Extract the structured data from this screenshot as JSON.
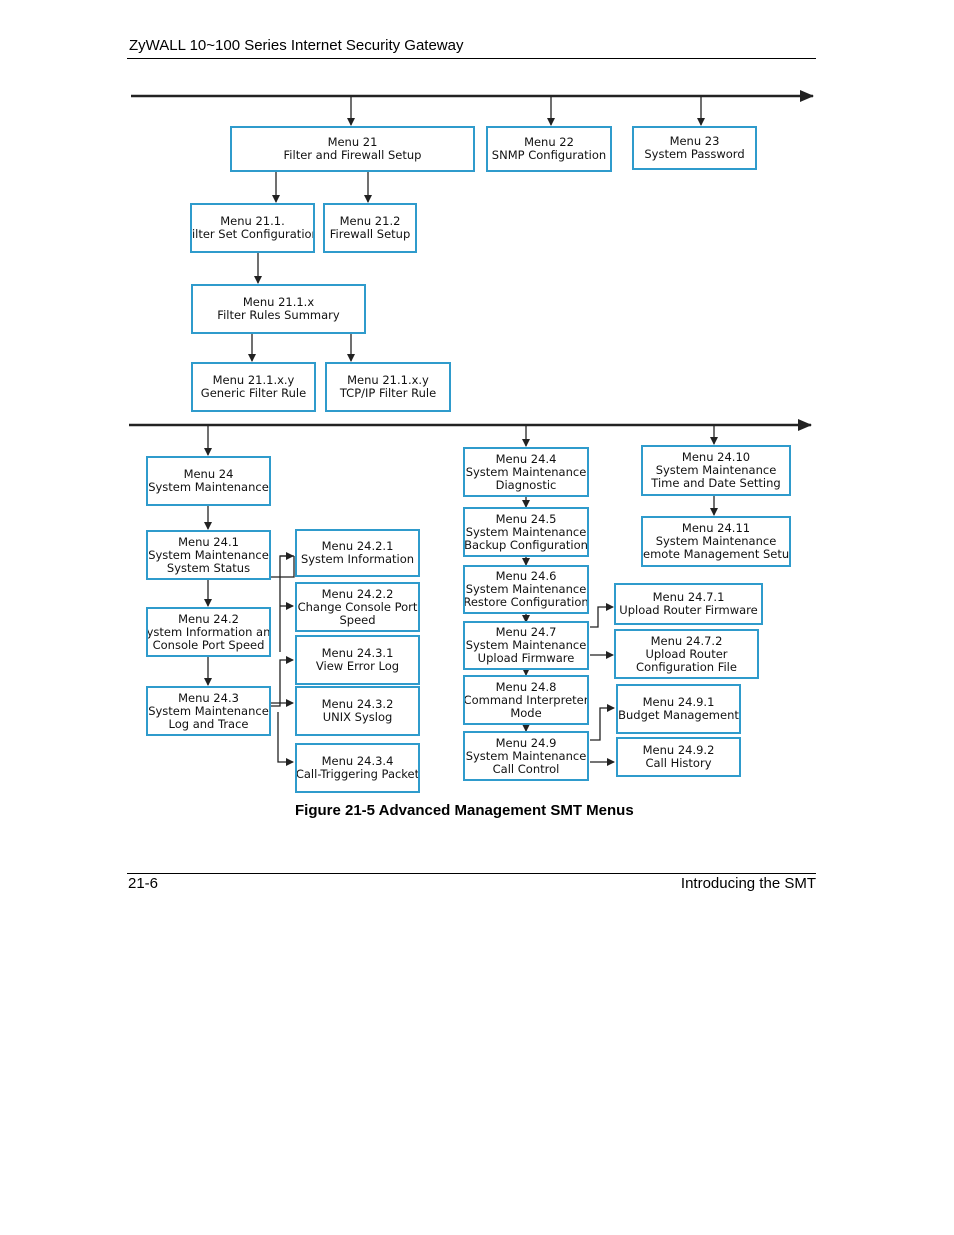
{
  "header": {
    "title": "ZyWALL 10~100 Series Internet Security Gateway"
  },
  "diagram": {
    "menus": {
      "m21": [
        "Menu 21",
        "Filter and Firewall Setup"
      ],
      "m22": [
        "Menu 22",
        "SNMP Configuration"
      ],
      "m23": [
        "Menu 23",
        "System Password"
      ],
      "m21_1": [
        "Menu 21.1.",
        "Filter Set Configuration"
      ],
      "m21_2": [
        "Menu 21.2",
        "Firewall Setup"
      ],
      "m21_1_x": [
        "Menu 21.1.x",
        "Filter Rules Summary"
      ],
      "m21_1_x_y_a": [
        "Menu 21.1.x.y",
        "Generic Filter Rule"
      ],
      "m21_1_x_y_b": [
        "Menu 21.1.x.y",
        "TCP/IP Filter Rule"
      ],
      "m24": [
        "Menu 24",
        "System Maintenance"
      ],
      "m24_1": [
        "Menu 24.1",
        "System Maintenance",
        "System Status"
      ],
      "m24_2": [
        "Menu 24.2",
        "System Information and",
        "Console Port Speed"
      ],
      "m24_3": [
        "Menu 24.3",
        "System Maintenance",
        "Log and Trace"
      ],
      "m24_2_1": [
        "Menu 24.2.1",
        "System Information"
      ],
      "m24_2_2": [
        "Menu 24.2.2",
        "Change Console Port",
        "Speed"
      ],
      "m24_3_1": [
        "Menu 24.3.1",
        "View Error Log"
      ],
      "m24_3_2": [
        "Menu 24.3.2",
        "UNIX Syslog"
      ],
      "m24_3_4": [
        "Menu 24.3.4",
        "Call-Triggering Packet"
      ],
      "m24_4": [
        "Menu 24.4",
        "System Maintenance",
        "Diagnostic"
      ],
      "m24_5": [
        "Menu 24.5",
        "System Maintenance",
        "Backup Configuration"
      ],
      "m24_6": [
        "Menu 24.6",
        "System Maintenance",
        "Restore Configuration"
      ],
      "m24_7": [
        "Menu 24.7",
        "System Maintenance",
        "Upload Firmware"
      ],
      "m24_8": [
        "Menu 24.8",
        "Command Interpreter",
        "Mode"
      ],
      "m24_9": [
        "Menu 24.9",
        "System Maintenance",
        "Call Control"
      ],
      "m24_10": [
        "Menu 24.10",
        "System Maintenance",
        "Time and Date Setting"
      ],
      "m24_11": [
        "Menu 24.11",
        "System Maintenance",
        "Remote Management Setup"
      ],
      "m24_7_1": [
        "Menu 24.7.1",
        "Upload Router Firmware"
      ],
      "m24_7_2": [
        "Menu 24.7.2",
        "Upload Router",
        "Configuration File"
      ],
      "m24_9_1": [
        "Menu 24.9.1",
        "Budget Management"
      ],
      "m24_9_2": [
        "Menu 24.9.2",
        "Call History"
      ]
    }
  },
  "caption": "Figure 21-5 Advanced Management SMT Menus",
  "footer": {
    "page": "21-6",
    "section": "Introducing the SMT"
  },
  "colors": {
    "box_border": "#2f9bcc"
  }
}
